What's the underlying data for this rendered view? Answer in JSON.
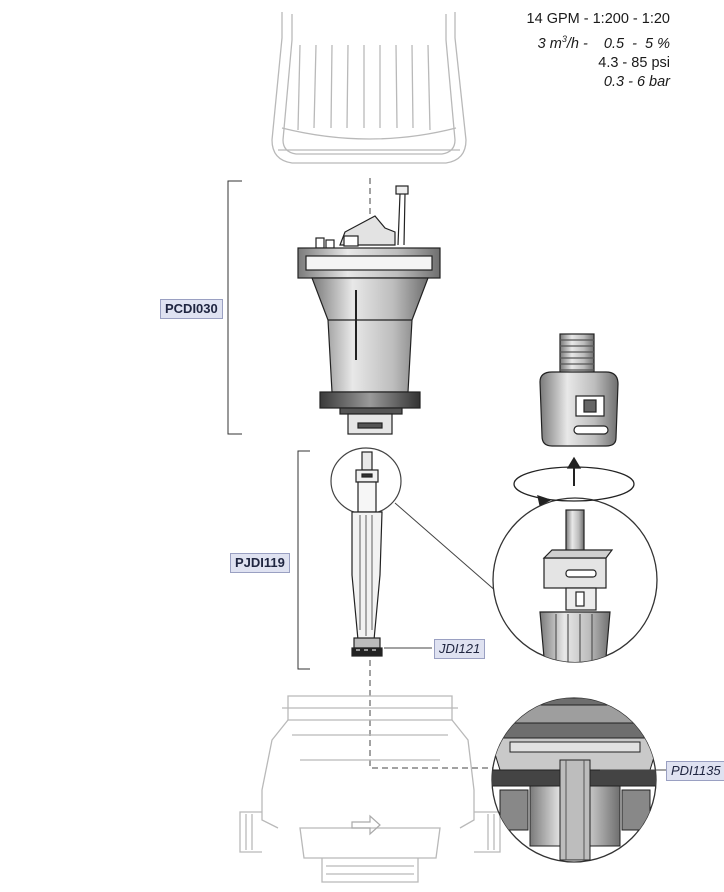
{
  "specs": {
    "line1": "14 GPM - 1:200 - 1:20",
    "line2_prefix": "3 m",
    "line2_sup": "3",
    "line2_rest": "/h -    0.5  -  5 %",
    "line3": "4.3  - 85 psi",
    "line4": "0.3  -  6 bar"
  },
  "labels": {
    "upper_assembly": "PCDI030",
    "piston_assembly": "PJDI119",
    "seal_part": "JDI121",
    "bottom_part": "PDI1135"
  },
  "colors": {
    "line": "#333333",
    "ghost_line": "#b9b9b9",
    "tag_fill": "#dfe2f1",
    "tag_border": "#9aa0c2"
  },
  "icons": [
    "rotation-arrow-icon",
    "flow-direction-arrow-icon"
  ]
}
